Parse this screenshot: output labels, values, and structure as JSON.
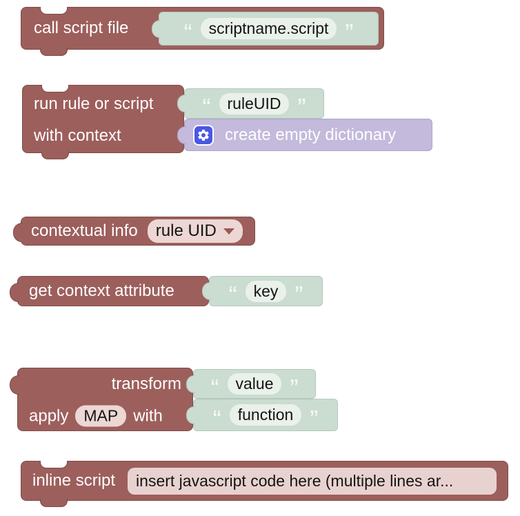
{
  "colors": {
    "block_maroon": "#9d5f5c",
    "block_border": "#7d4a47",
    "block_green": "#cbdcd1",
    "block_lavender": "#c3badc",
    "icon_blue": "#4a57e3",
    "field_pink": "#ecd7d4",
    "field_green": "#e9f1ea",
    "caret_maroon": "#9a5a53"
  },
  "quotes": {
    "open": "“",
    "close": "”"
  },
  "call_script": {
    "label": "call script file",
    "value": "scriptname.script"
  },
  "run_rule": {
    "label": "run rule or script",
    "value": "ruleUID",
    "context_label": "with context",
    "context_value": "create empty dictionary"
  },
  "contextual_info": {
    "label": "contextual info",
    "dropdown_value": "rule UID"
  },
  "get_context": {
    "label": "get context attribute",
    "value": "key"
  },
  "transform": {
    "label": "transform",
    "value": "value",
    "apply_prefix": "apply",
    "apply_field": "MAP",
    "apply_suffix": "with",
    "function_value": "function"
  },
  "inline_script": {
    "label": "inline script",
    "field_value": "insert javascript code here (multiple lines ar..."
  }
}
